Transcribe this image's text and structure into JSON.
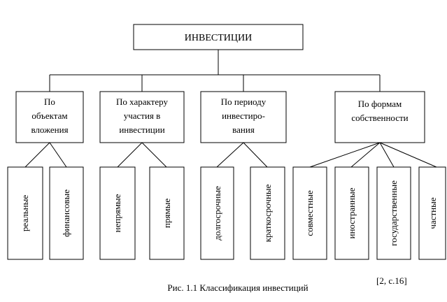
{
  "root": {
    "label": "ИНВЕСТИЦИИ"
  },
  "categories": [
    {
      "lines": [
        "По",
        "объектам",
        "вложения"
      ],
      "children": [
        "реальные",
        "финансовые"
      ]
    },
    {
      "lines": [
        "По характеру",
        "участия в",
        "инвестиции"
      ],
      "children": [
        "непрямые",
        "прямые"
      ]
    },
    {
      "lines": [
        "По периоду",
        "инвестиро-",
        "вания"
      ],
      "children": [
        "долгосрочные",
        "краткосрочные"
      ]
    },
    {
      "lines": [
        "По формам",
        "собственности"
      ],
      "children": [
        "совместные",
        "иностранные",
        "государственные",
        "частные"
      ]
    }
  ],
  "caption": "Рис. 1.1 Классификация инвестиций",
  "reference": "[2, с.16]"
}
